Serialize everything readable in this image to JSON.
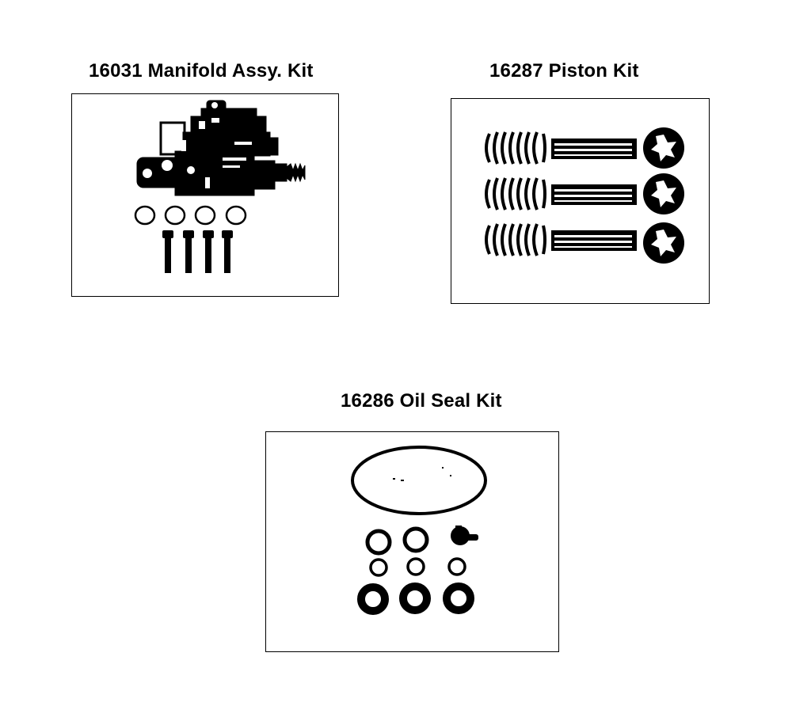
{
  "kits": [
    {
      "title": "16031 Manifold Assy. Kit",
      "image": "manifold-assembly-illustration"
    },
    {
      "title": "16287 Piston Kit",
      "image": "piston-kit-illustration"
    },
    {
      "title": "16286 Oil Seal Kit",
      "image": "oil-seal-kit-illustration"
    }
  ]
}
